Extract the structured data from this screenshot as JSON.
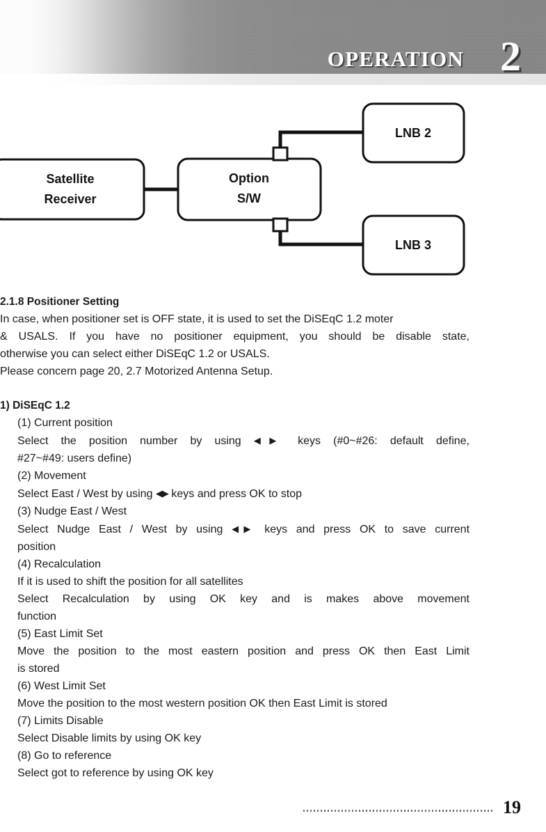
{
  "header": {
    "title": "OPERATION",
    "chapter": "2"
  },
  "diagram": {
    "name": "option-switch-block-diagram",
    "boxes": [
      {
        "id": "satellite-receiver",
        "line1": "Satellite",
        "line2": "Receiver"
      },
      {
        "id": "option-sw",
        "line1": "Option",
        "line2": "S/W"
      },
      {
        "id": "lnb-2",
        "line1": "LNB 2",
        "line2": ""
      },
      {
        "id": "lnb-3",
        "line1": "LNB 3",
        "line2": ""
      }
    ],
    "stroke_color": "#111111",
    "fill_color": "#ffffff"
  },
  "section": {
    "heading": "2.1.8 Positioner Setting",
    "paragraph_lines": [
      "In case, when positioner set is OFF state, it is used to set the DiSEqC 1.2 moter",
      "& USALS. If you have no positioner equipment, you should be disable state,",
      "otherwise you can select either DiSEqC 1.2 or USALS.",
      "Please concern page 20, 2.7 Motorized Antenna Setup."
    ]
  },
  "diseqc": {
    "heading": "1) DiSEqC 1.2",
    "items": [
      {
        "label": "(1) Current position",
        "lines": [
          {
            "pre": "Select the position number by using ",
            "arrows": "◀▶",
            "post": " keys (#0~#26: default define,",
            "justify": true
          },
          {
            "pre": "#27~#49: users define)",
            "arrows": "",
            "post": "",
            "justify": false
          }
        ]
      },
      {
        "label": "(2) Movement",
        "lines": [
          {
            "pre": "Select East / West by using ",
            "arrows": "◀▶",
            "post": " keys and press OK to stop",
            "justify": false
          }
        ]
      },
      {
        "label": "(3) Nudge East / West",
        "lines": [
          {
            "pre": "Select Nudge East / West by using ",
            "arrows": "◀▶",
            "post": " keys and press OK to save current",
            "justify": true
          },
          {
            "pre": "position",
            "arrows": "",
            "post": "",
            "justify": false
          }
        ]
      },
      {
        "label": "(4) Recalculation",
        "lines": [
          {
            "pre": "If it is used to shift the position for all satellites",
            "arrows": "",
            "post": "",
            "justify": false
          },
          {
            "pre": "Select Recalculation by using OK key and is makes above movement",
            "arrows": "",
            "post": "",
            "justify": true
          },
          {
            "pre": "function",
            "arrows": "",
            "post": "",
            "justify": false
          }
        ]
      },
      {
        "label": "(5) East Limit Set",
        "lines": [
          {
            "pre": "Move the position to the most eastern position and press OK then East Limit",
            "arrows": "",
            "post": "",
            "justify": true
          },
          {
            "pre": "is stored",
            "arrows": "",
            "post": "",
            "justify": false
          }
        ]
      },
      {
        "label": "(6) West Limit Set",
        "lines": [
          {
            "pre": "Move the position to the most western position OK then East Limit is stored",
            "arrows": "",
            "post": "",
            "justify": false
          }
        ]
      },
      {
        "label": "(7) Limits Disable",
        "lines": [
          {
            "pre": "Select Disable limits by using OK key",
            "arrows": "",
            "post": "",
            "justify": false
          }
        ]
      },
      {
        "label": "(8) Go to reference",
        "lines": [
          {
            "pre": "Select got to reference by using OK key",
            "arrows": "",
            "post": "",
            "justify": false
          }
        ]
      }
    ]
  },
  "footer": {
    "page_number": "19"
  }
}
